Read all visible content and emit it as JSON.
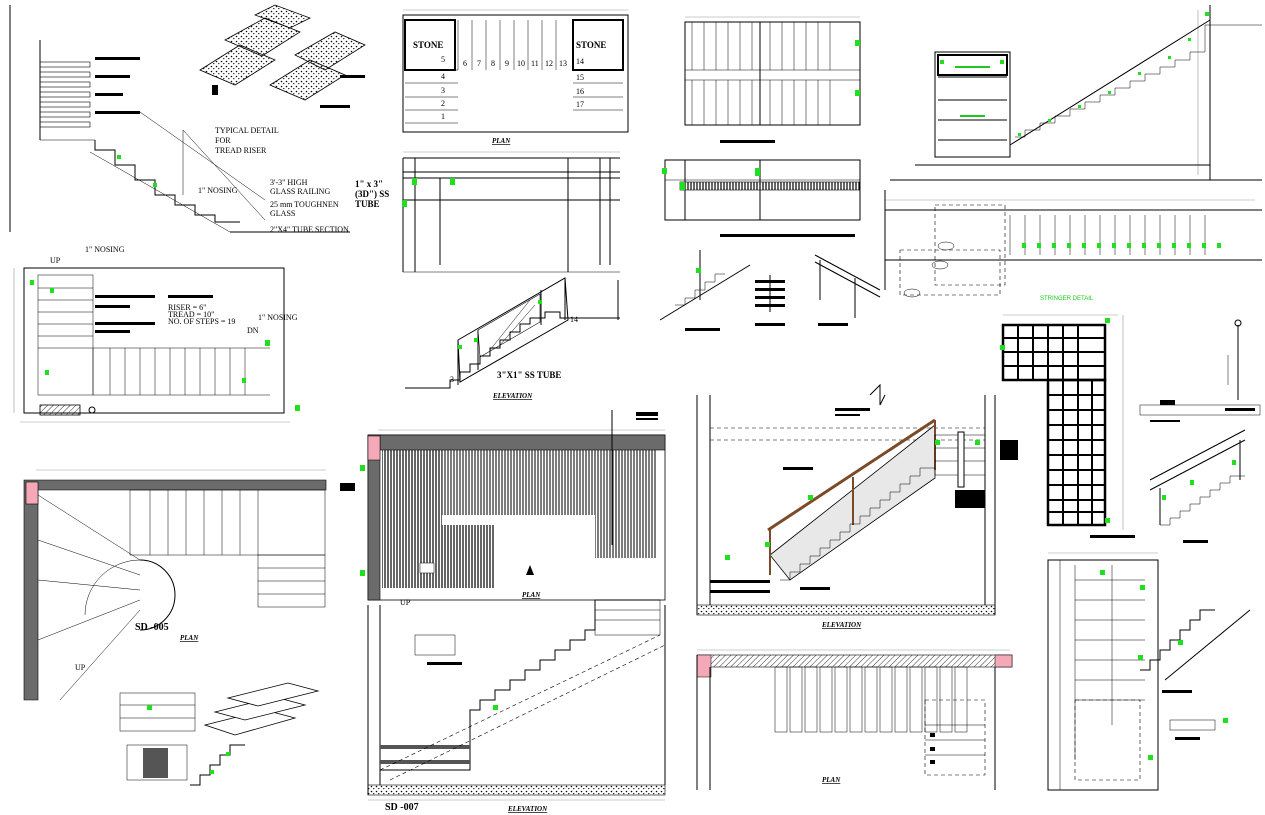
{
  "labels": {
    "tread_riser": "TYPICAL DETAIL FOR TREAD RISER",
    "tread_riser_l1": "TYPICAL DETAIL",
    "tread_riser_l2": "FOR",
    "tread_riser_l3": "TREAD RISER",
    "nosing_1": "1\" NOSING",
    "glass_railing_l1": "3'-3\" HIGH",
    "glass_railing_l2": "GLASS RAILING",
    "toughened_l1": "25 mm TOUGHNEN",
    "toughened_l2": "GLASS",
    "tube_section": "2\"X4\" TUBE SECTION",
    "stone_left": "STONE",
    "stone_right": "STONE",
    "plan_1": "PLAN",
    "ss_tube_l1": "1\" x 3\"",
    "ss_tube_l2": "(3D\") SS",
    "ss_tube_l3": "TUBE",
    "ss_tube_elev": "3\"X1\" SS TUBE",
    "elevation_1": "ELEVATION",
    "nosing_top": "1\" NOSING",
    "nosing_right": "1\" NOSING",
    "up": "UP",
    "dn": "DN",
    "riser": "RISER = 6\"",
    "tread": "TREAD = 10\"",
    "no_steps": "NO. OF STEPS = 19",
    "sd005": "SD -005",
    "plan_sd005": "PLAN",
    "up_sd005": "UP",
    "plan_center": "PLAN",
    "up_center": "UP",
    "sd007": "SD -007",
    "elevation_sd007": "ELEVATION",
    "elevation_right": "ELEVATION",
    "plan_right": "PLAN",
    "stringer_detail": "STRINGER DETAIL",
    "step_numbers_left": [
      "5",
      "4",
      "3",
      "2",
      "1"
    ],
    "step_numbers_mid": [
      "6",
      "7",
      "8",
      "9",
      "10",
      "11",
      "12",
      "13"
    ],
    "step_numbers_right": [
      "14",
      "15",
      "16",
      "17"
    ],
    "elev_step_14": "14",
    "elev_step_3": "3"
  }
}
